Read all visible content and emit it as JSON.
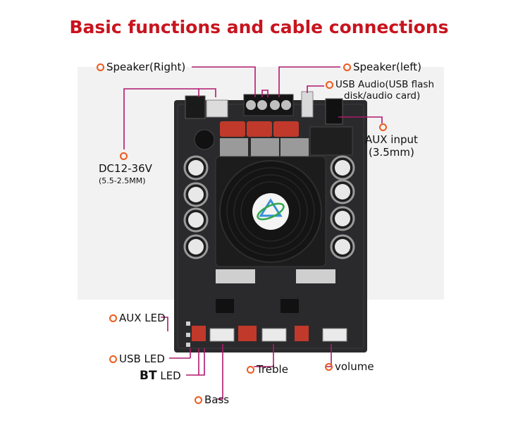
{
  "title": "Basic functions and cable connections",
  "labels": {
    "speaker_right": "Speaker(Right)",
    "speaker_left": "Speaker(left)",
    "usb_audio_line1": "USB Audio(USB flash",
    "usb_audio_line2": "disk/audio card)",
    "aux_input_line1": "AUX input",
    "aux_input_line2": "(3.5mm)",
    "dc_power": "DC12-36V",
    "dc_plug": "(5.5-2.5MM)",
    "aux_led": "AUX LED",
    "usb_led": "USB LED",
    "bt_led_prefix": "BT",
    "bt_led_suffix": "LED",
    "bass": "Bass",
    "treble": "Treble",
    "volume": "volume"
  },
  "colors": {
    "title": "#c8141e",
    "leader_line": "#b0186e",
    "marker": "#ee5a1c",
    "board": "#2a2a2c"
  }
}
